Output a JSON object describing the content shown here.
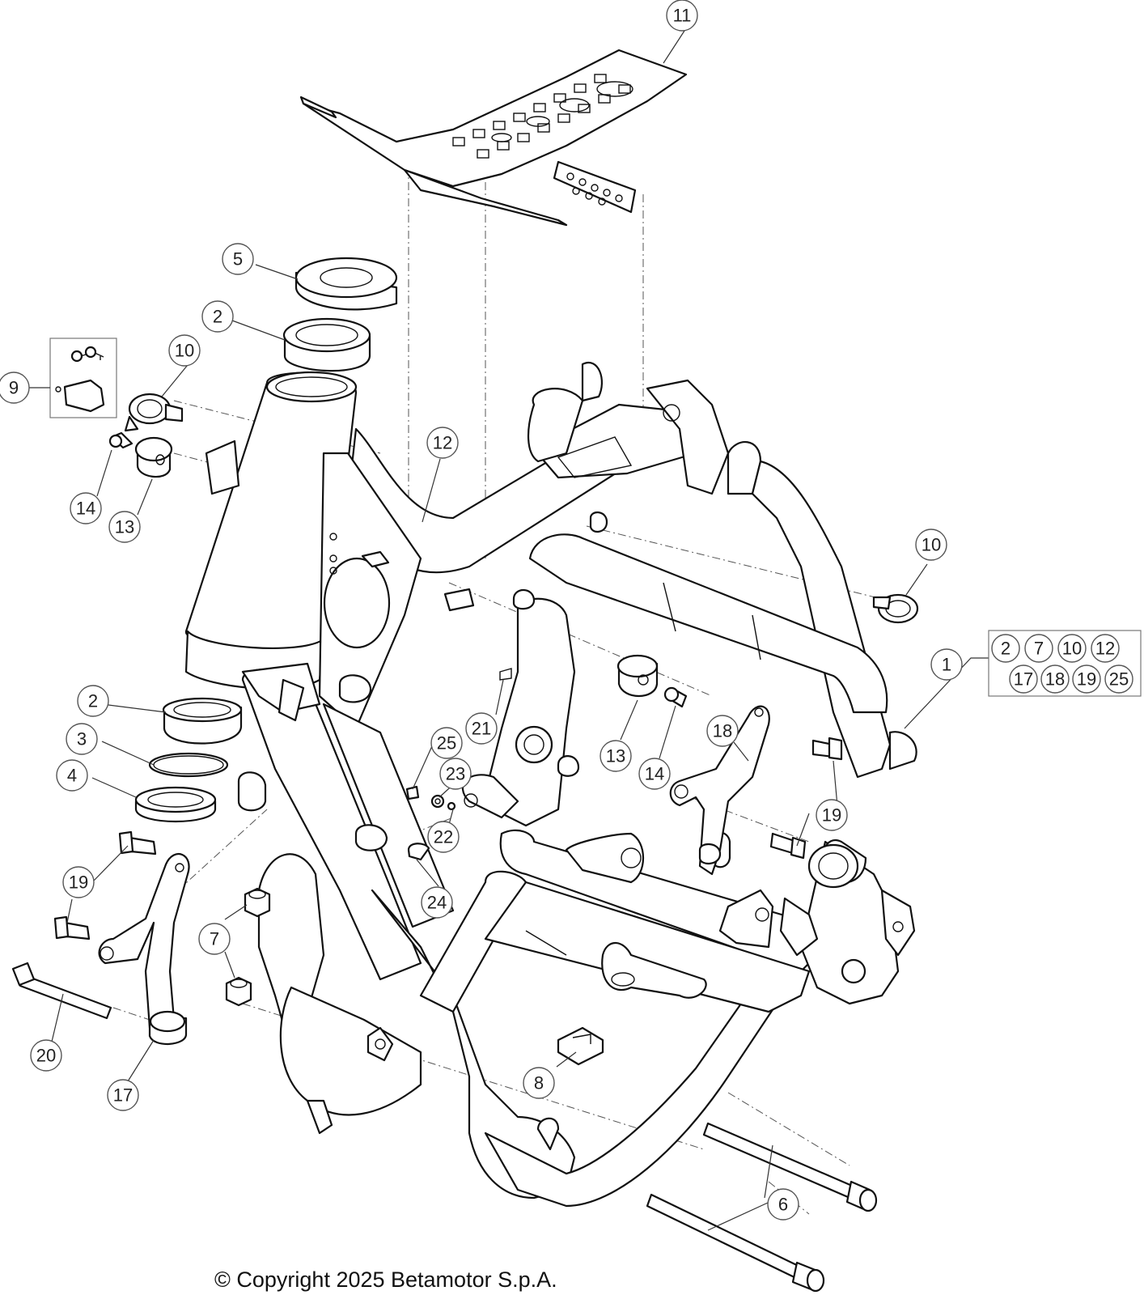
{
  "copyright": "© Copyright 2025 Betamotor S.p.A.",
  "callouts": {
    "c1": "1",
    "c2a": "2",
    "c2b": "2",
    "c3": "3",
    "c4": "4",
    "c5": "5",
    "c6a": "6",
    "c7": "7",
    "c8": "8",
    "c9": "9",
    "c10a": "10",
    "c10b": "10",
    "c11": "11",
    "c12": "12",
    "c13a": "13",
    "c13b": "13",
    "c14a": "14",
    "c14b": "14",
    "c17": "17",
    "c18": "18",
    "c19a": "19",
    "c19b": "19",
    "c19c": "19",
    "c20": "20",
    "c21": "21",
    "c22": "22",
    "c23": "23",
    "c24": "24",
    "c25": "25"
  },
  "kit": [
    "2",
    "7",
    "10",
    "12",
    "17",
    "18",
    "19",
    "25"
  ]
}
